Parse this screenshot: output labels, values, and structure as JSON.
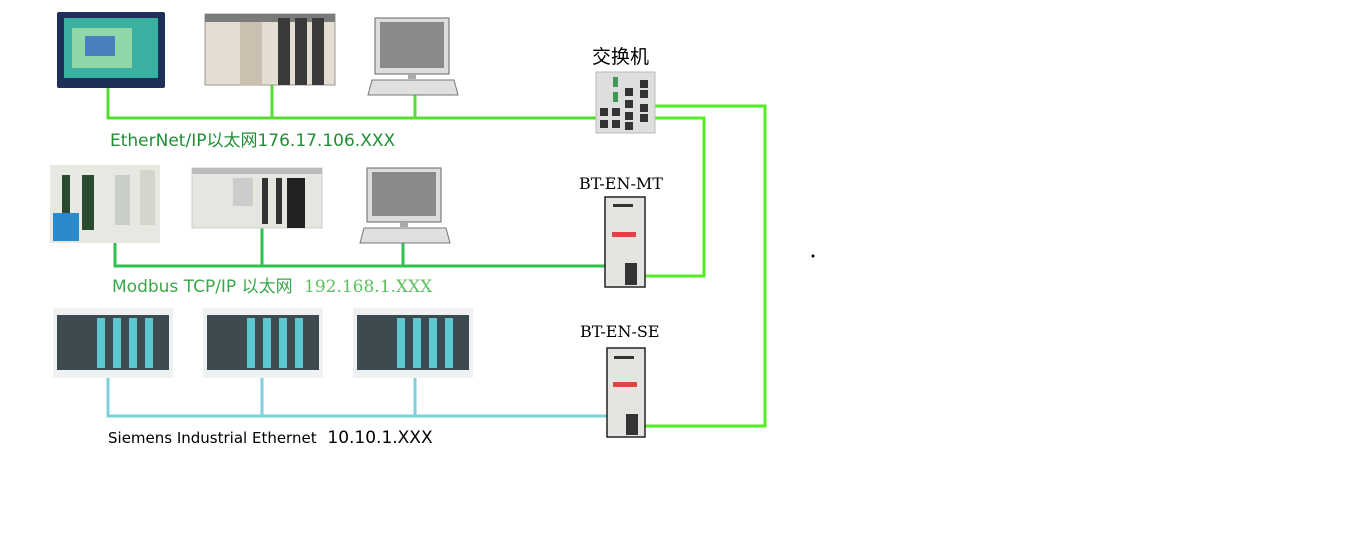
{
  "networks": {
    "ethernet_ip": {
      "label": "EtherNet/IP以太网176.17.106.XXX",
      "color": "#1f8f34"
    },
    "modbus": {
      "label_prefix": "Modbus TCP/IP 以太网",
      "label_ip": "192.168.1.XXX",
      "color": "#3aa84a"
    },
    "siemens": {
      "label_prefix": "Siemens Industrial Ethernet",
      "label_ip": "10.10.1.XXX",
      "color": "#000000"
    }
  },
  "devices": {
    "switch_label": "交换机",
    "gateway_mt_label": "BT-EN-MT",
    "gateway_se_label": "BT-EN-SE"
  },
  "colors": {
    "green_bright": "#55ee22",
    "green_net": "#3cc84a",
    "blue_net": "#7fd0dc"
  }
}
